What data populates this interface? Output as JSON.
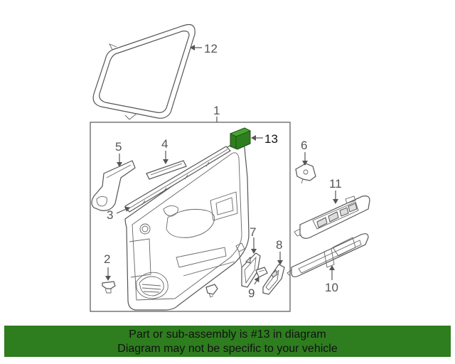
{
  "diagram": {
    "highlight_color": "#2e7d1f",
    "callouts": {
      "c1": "1",
      "c2": "2",
      "c3": "3",
      "c4": "4",
      "c5": "5",
      "c6": "6",
      "c7": "7",
      "c8": "8",
      "c9": "9",
      "c10": "10",
      "c11": "11",
      "c12": "12",
      "c13": "13"
    }
  },
  "banner": {
    "line1": "Part or sub-assembly is #13 in diagram",
    "line2": "Diagram may not be specific to your vehicle",
    "color": "#2e7d1f"
  }
}
